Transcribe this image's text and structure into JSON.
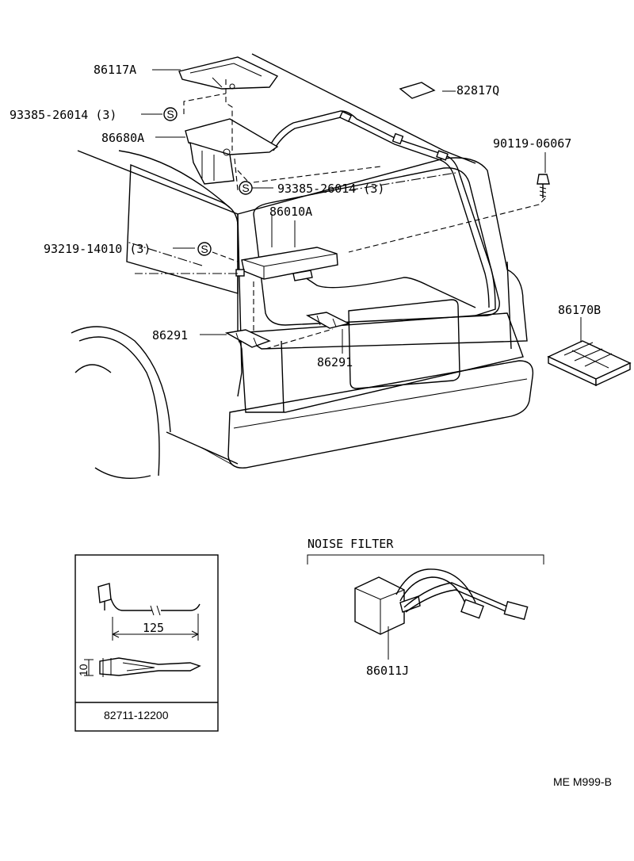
{
  "parts": {
    "p86117A": "86117A",
    "p82817Q": "82817Q",
    "p93385_a": "93385-26014 (3)",
    "p86680A": "86680A",
    "p90119": "90119-06067",
    "p93385_b": "93385-26014 (3)",
    "p86010A": "86010A",
    "p93219": "93219-14010 (3)",
    "p86170B": "86170B",
    "p86291_a": "86291",
    "p86291_b": "86291",
    "p86011J": "86011J"
  },
  "symbols": {
    "s_marker": "S"
  },
  "noise_filter": {
    "title": "NOISE  FILTER"
  },
  "inset": {
    "dim_125": "125",
    "dim_10": "10",
    "part_no": "82711-12200"
  },
  "footer": {
    "code": "ME  M999-B"
  }
}
